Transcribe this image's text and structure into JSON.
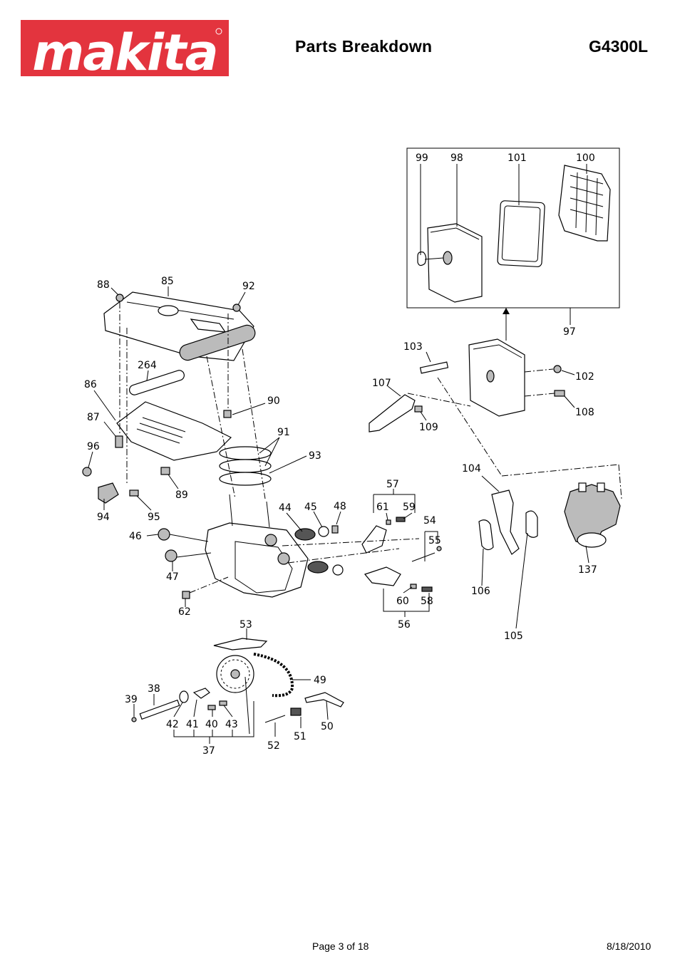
{
  "brand": {
    "logo_text": "makita",
    "colors": {
      "logo_red": "#e3343e",
      "logo_text": "#ffffff"
    }
  },
  "header": {
    "title": "Parts Breakdown",
    "model": "G4300L"
  },
  "part_labels": {
    "p99": "99",
    "p98": "98",
    "p101": "101",
    "p100": "100",
    "p97": "97",
    "p88": "88",
    "p85": "85",
    "p92": "92",
    "p103": "103",
    "p102": "102",
    "p264": "264",
    "p107": "107",
    "p86": "86",
    "p90": "90",
    "p108": "108",
    "p87": "87",
    "p109": "109",
    "p91": "91",
    "p96": "96",
    "p93": "93",
    "p104": "104",
    "p89": "89",
    "p57": "57",
    "p94": "94",
    "p95": "95",
    "p44": "44",
    "p45": "45",
    "p48": "48",
    "p61": "61",
    "p59": "59",
    "p54": "54",
    "p46": "46",
    "p55": "55",
    "p137": "137",
    "p47": "47",
    "p106": "106",
    "p60": "60",
    "p58": "58",
    "p62": "62",
    "p56": "56",
    "p53": "53",
    "p105": "105",
    "p49": "49",
    "p38": "38",
    "p39": "39",
    "p42": "42",
    "p41": "41",
    "p40": "40",
    "p43": "43",
    "p50": "50",
    "p51": "51",
    "p52": "52",
    "p37": "37"
  },
  "footer": {
    "page": "Page 3 of 18",
    "date": "8/18/2010"
  }
}
